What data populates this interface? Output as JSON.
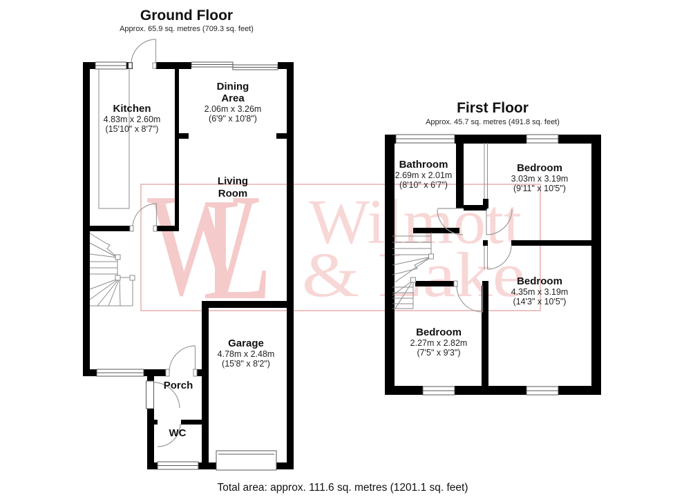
{
  "ground_floor": {
    "title": "Ground Floor",
    "subtitle": "Approx. 65.9 sq. metres (709.3 sq. feet)",
    "rooms": {
      "kitchen": {
        "name": "Kitchen",
        "metric": "4.83m x 2.60m",
        "imperial": "(15'10\" x 8'7\")"
      },
      "dining": {
        "name_line1": "Dining",
        "name_line2": "Area",
        "metric": "2.06m x 3.26m",
        "imperial": "(6'9\" x 10'8\")"
      },
      "living": {
        "name_line1": "Living",
        "name_line2": "Room"
      },
      "garage": {
        "name": "Garage",
        "metric": "4.78m x 2.48m",
        "imperial": "(15'8\" x 8'2\")"
      },
      "porch": {
        "name": "Porch"
      },
      "wc": {
        "name": "WC"
      }
    }
  },
  "first_floor": {
    "title": "First Floor",
    "subtitle": "Approx. 45.7 sq. metres (491.8 sq. feet)",
    "rooms": {
      "bathroom": {
        "name": "Bathroom",
        "metric": "2.69m x 2.01m",
        "imperial": "(8'10\" x 6'7\")"
      },
      "bedroom1": {
        "name": "Bedroom",
        "metric": "3.03m x 3.19m",
        "imperial": "(9'11\" x 10'5\")"
      },
      "bedroom2": {
        "name": "Bedroom",
        "metric": "4.35m x 3.19m",
        "imperial": "(14'3\" x 10'5\")"
      },
      "bedroom3": {
        "name": "Bedroom",
        "metric": "2.27m x 2.82m",
        "imperial": "(7'5\" x 9'3\")"
      }
    }
  },
  "watermark": {
    "monogram_w": "W",
    "monogram_l": "L",
    "line1": "Wilmott",
    "line2": "& Lake"
  },
  "footer": {
    "total_area": "Total area: approx. 111.6 sq. metres (1201.1 sq. feet)"
  },
  "colors": {
    "wall": "#000000",
    "watermark_text": "#f8d7d7",
    "watermark_frame": "#eec2c2"
  }
}
